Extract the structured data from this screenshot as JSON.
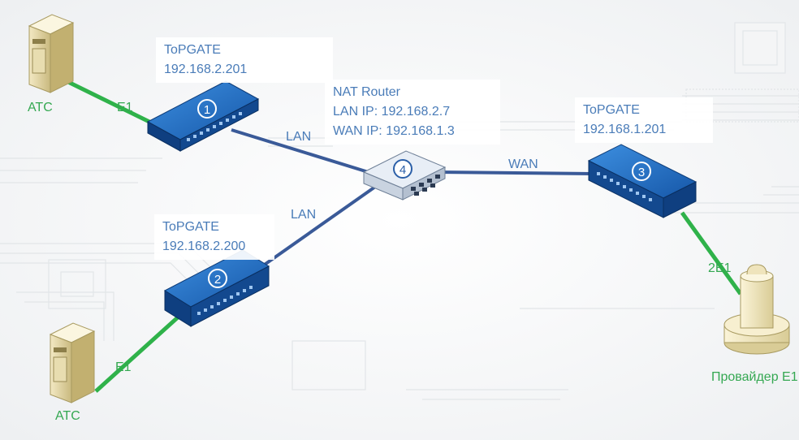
{
  "nodes": {
    "gw1": {
      "name": "ToPGATE",
      "ip": "192.168.2.201",
      "badge": "1"
    },
    "gw2": {
      "name": "ToPGATE",
      "ip": "192.168.2.200",
      "badge": "2"
    },
    "gw3": {
      "name": "ToPGATE",
      "ip": "192.168.1.201",
      "badge": "3"
    },
    "router": {
      "name": "NAT Router",
      "lan_ip": "LAN IP: 192.168.2.7",
      "wan_ip": "WAN IP: 192.168.1.3",
      "badge": "4"
    },
    "pbx_top": {
      "label": "АТС"
    },
    "pbx_bottom": {
      "label": "АТС"
    },
    "provider": {
      "label": "Провайдер E1"
    }
  },
  "links": {
    "lan_top": "LAN",
    "lan_bottom": "LAN",
    "wan": "WAN",
    "e1_top": "E1",
    "e1_bottom": "E1",
    "e1_provider": "2E1"
  },
  "colors": {
    "lan_wan_line": "#3a5a98",
    "e1_line": "#2fb24a",
    "switch_blue": "#1a5fb4",
    "text_blue": "#4a7cb8",
    "text_green": "#35a852"
  }
}
